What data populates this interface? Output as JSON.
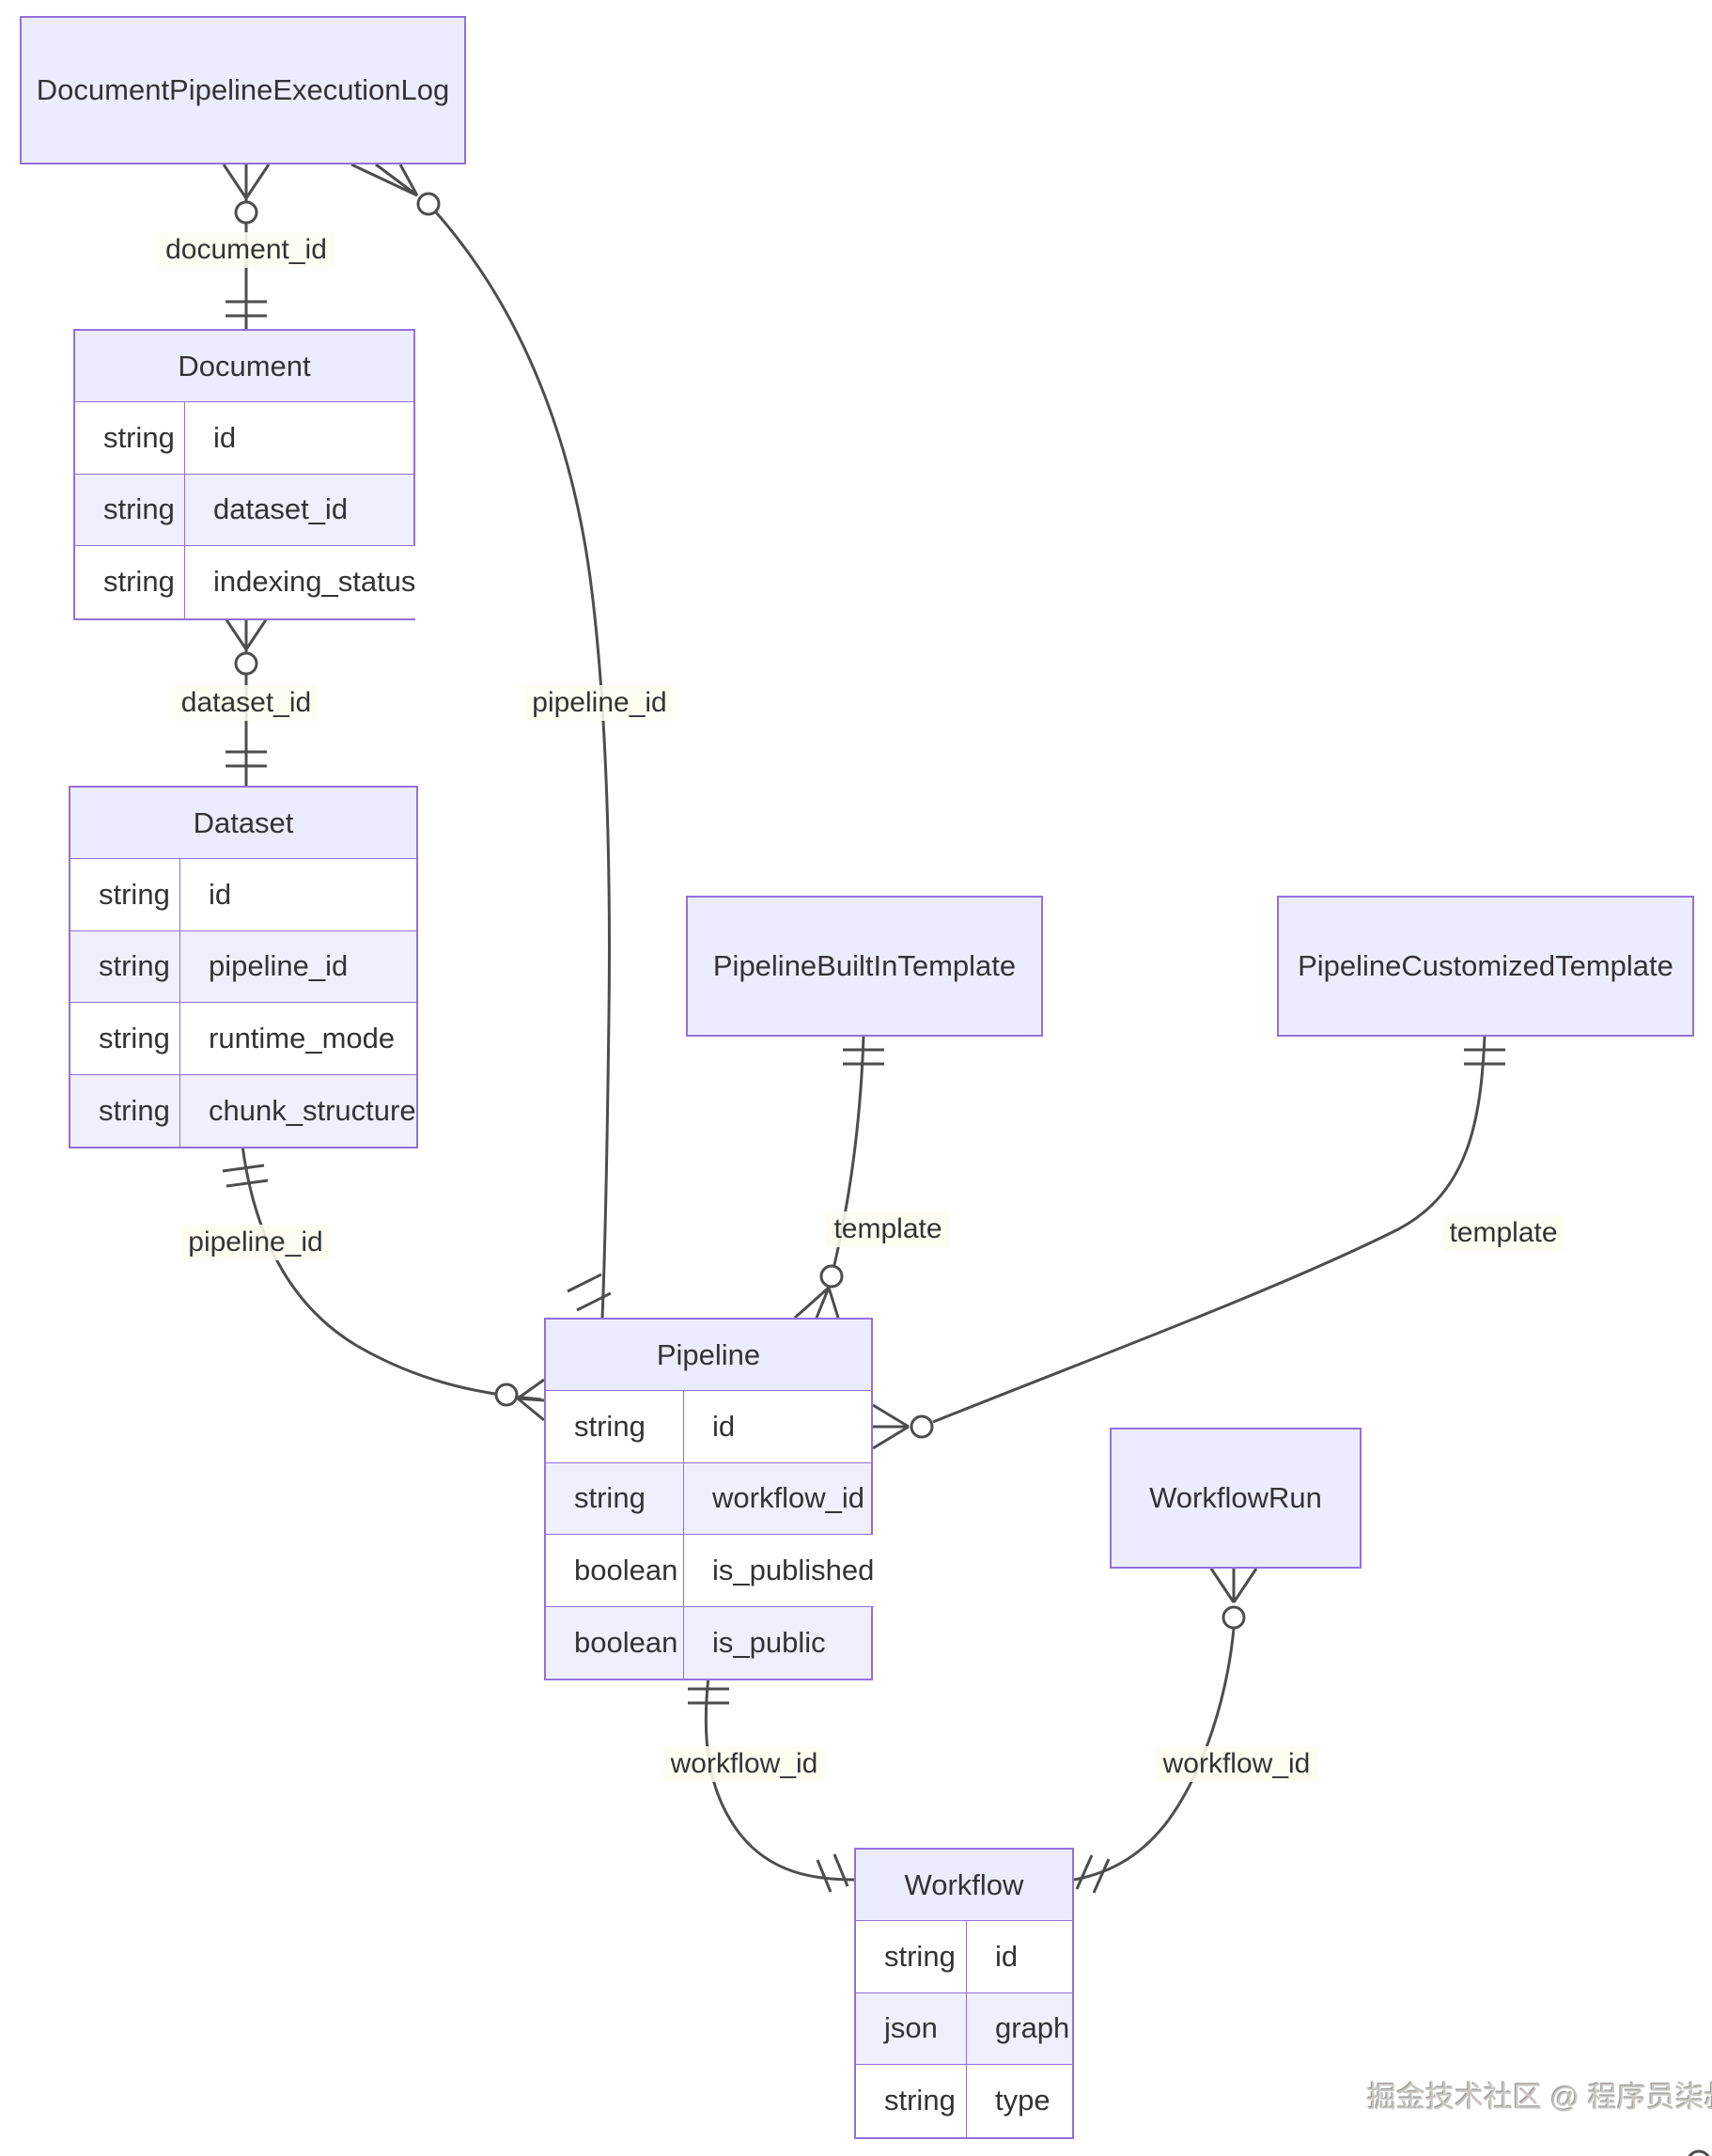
{
  "colors": {
    "entity-border": "#9370DB",
    "entity-fill": "#ECECFF",
    "row-alt-fill": "#EFEFFE",
    "line-color": "#4d4d4d",
    "text-color": "#333333"
  },
  "entities": {
    "document_pipeline_execution_log": {
      "name": "DocumentPipelineExecutionLog",
      "attributes": []
    },
    "document": {
      "name": "Document",
      "attributes": [
        {
          "type": "string",
          "name": "id"
        },
        {
          "type": "string",
          "name": "dataset_id"
        },
        {
          "type": "string",
          "name": "indexing_status"
        }
      ]
    },
    "dataset": {
      "name": "Dataset",
      "attributes": [
        {
          "type": "string",
          "name": "id"
        },
        {
          "type": "string",
          "name": "pipeline_id"
        },
        {
          "type": "string",
          "name": "runtime_mode"
        },
        {
          "type": "string",
          "name": "chunk_structure"
        }
      ]
    },
    "pipeline_built_in_template": {
      "name": "PipelineBuiltInTemplate",
      "attributes": []
    },
    "pipeline_customized_template": {
      "name": "PipelineCustomizedTemplate",
      "attributes": []
    },
    "pipeline": {
      "name": "Pipeline",
      "attributes": [
        {
          "type": "string",
          "name": "id"
        },
        {
          "type": "string",
          "name": "workflow_id"
        },
        {
          "type": "boolean",
          "name": "is_published"
        },
        {
          "type": "boolean",
          "name": "is_public"
        }
      ]
    },
    "workflow_run": {
      "name": "WorkflowRun",
      "attributes": []
    },
    "workflow": {
      "name": "Workflow",
      "attributes": [
        {
          "type": "string",
          "name": "id"
        },
        {
          "type": "json",
          "name": "graph"
        },
        {
          "type": "string",
          "name": "type"
        }
      ]
    }
  },
  "relationships": [
    {
      "from": "DocumentPipelineExecutionLog",
      "to": "Document",
      "label": "document_id",
      "from_cardinality": "zero-or-many",
      "to_cardinality": "exactly-one"
    },
    {
      "from": "Document",
      "to": "Dataset",
      "label": "dataset_id",
      "from_cardinality": "zero-or-many",
      "to_cardinality": "exactly-one"
    },
    {
      "from": "Dataset",
      "to": "Pipeline",
      "label": "pipeline_id",
      "from_cardinality": "exactly-one",
      "to_cardinality": "zero-or-many"
    },
    {
      "from": "DocumentPipelineExecutionLog",
      "to": "Pipeline",
      "label": "pipeline_id",
      "from_cardinality": "zero-or-many",
      "to_cardinality": "exactly-one"
    },
    {
      "from": "PipelineBuiltInTemplate",
      "to": "Pipeline",
      "label": "template",
      "from_cardinality": "exactly-one",
      "to_cardinality": "zero-or-many"
    },
    {
      "from": "PipelineCustomizedTemplate",
      "to": "Pipeline",
      "label": "template",
      "from_cardinality": "exactly-one",
      "to_cardinality": "zero-or-many"
    },
    {
      "from": "Pipeline",
      "to": "Workflow",
      "label": "workflow_id",
      "from_cardinality": "exactly-one",
      "to_cardinality": "exactly-one"
    },
    {
      "from": "WorkflowRun",
      "to": "Workflow",
      "label": "workflow_id",
      "from_cardinality": "zero-or-many",
      "to_cardinality": "exactly-one"
    }
  ],
  "watermark": {
    "text": "掘金技术社区 @ 程序员柒叔"
  }
}
